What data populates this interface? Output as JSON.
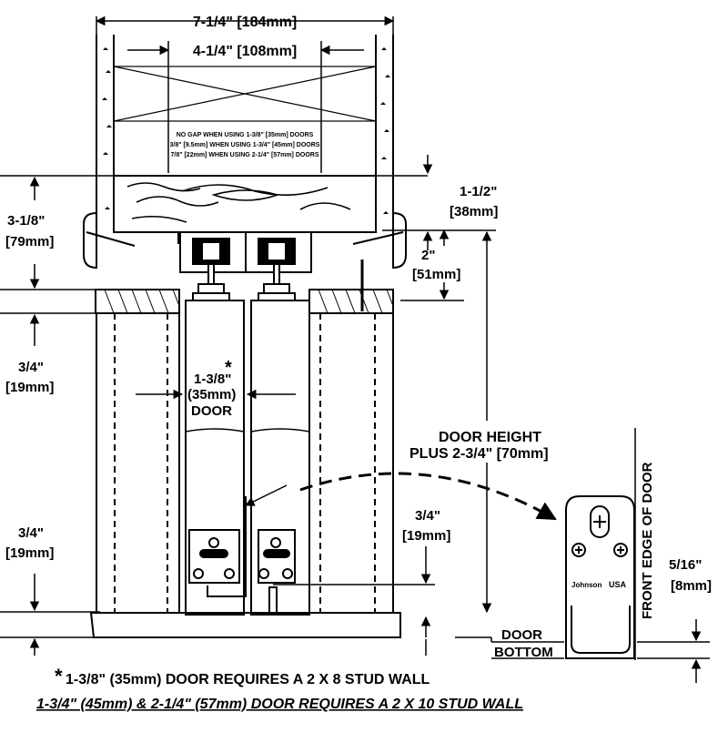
{
  "dimensions": {
    "outer_width": "7-1/4\" [184mm]",
    "inner_width": "4-1/4\" [108mm]",
    "header_height_a": "3-1/8\"",
    "header_height_b": "[79mm]",
    "header_gap_a": "1-1/2\"",
    "header_gap_b": "[38mm]",
    "hanger_a": "2\"",
    "hanger_b": "[51mm]",
    "jamb_top_a": "3/4\"",
    "jamb_top_b": "[19mm]",
    "jamb_bottom_a": "3/4\"",
    "jamb_bottom_b": "[19mm]",
    "guide_a": "3/4\"",
    "guide_b": "[19mm]",
    "door_height_a": "DOOR HEIGHT",
    "door_height_b": "PLUS 2-3/4\" [70mm]",
    "guide_offset_a": "5/16\"",
    "guide_offset_b": "[8mm]"
  },
  "gap_notes": [
    "NO GAP WHEN USING 1-3/8\" [35mm] DOORS",
    "3/8\" [9.5mm] WHEN USING 1-3/4\" [45mm] DOORS",
    "7/8\" [22mm] WHEN USING 2-1/4\" [57mm] DOORS"
  ],
  "door_label": {
    "line1": "1-3/8\"",
    "asterisk": "*",
    "line2": "(35mm)",
    "line3": "DOOR"
  },
  "door_bottom": {
    "line1": "DOOR",
    "line2": "BOTTOM"
  },
  "front_edge": "FRONT EDGE OF DOOR",
  "guide_brand": {
    "name": "Johnson",
    "country": "USA"
  },
  "footnotes": {
    "asterisk": "*",
    "line1": "1-3/8\" (35mm) DOOR REQUIRES A 2 X 8 STUD WALL",
    "line2": "1-3/4\" (45mm) & 2-1/4\" (57mm) DOOR REQUIRES A 2 X 10 STUD WALL"
  }
}
